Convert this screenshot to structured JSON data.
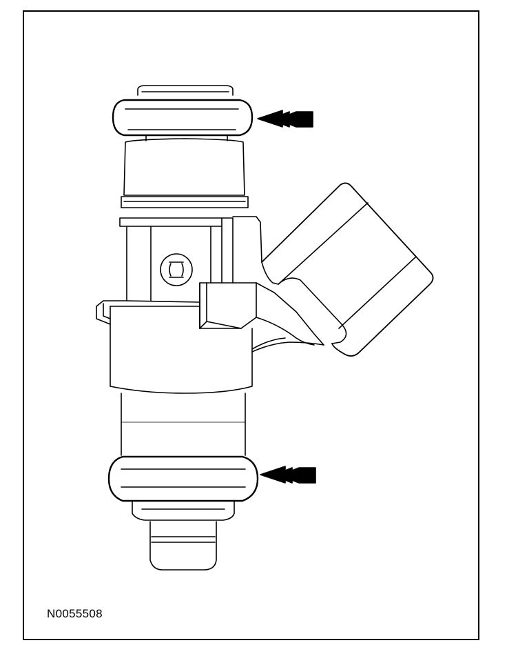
{
  "figure": {
    "id_label": "N0055508"
  },
  "callouts": [
    {
      "name": "upper-o-ring",
      "pointer": "arrow-left-icon"
    },
    {
      "name": "lower-o-ring",
      "pointer": "arrow-left-icon"
    }
  ],
  "colors": {
    "line": "#000000",
    "background": "#ffffff"
  }
}
